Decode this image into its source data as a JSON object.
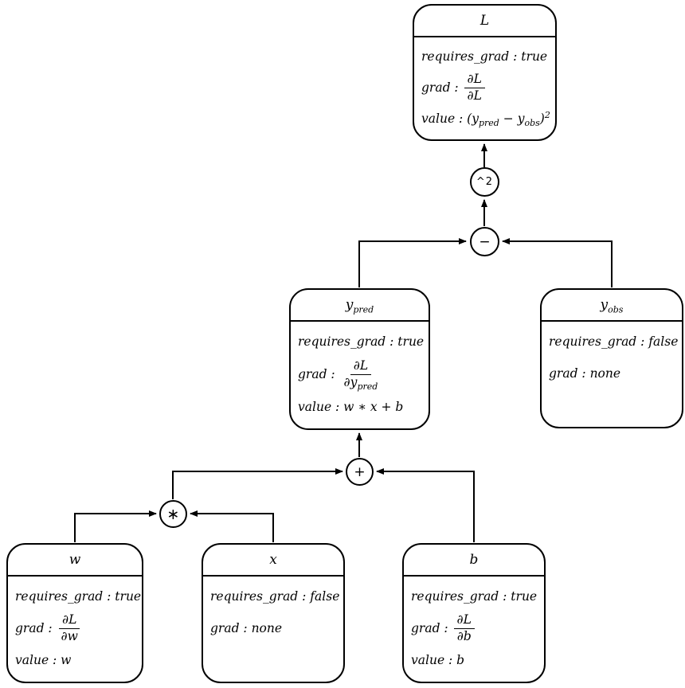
{
  "colors": {
    "background": "#ffffff",
    "stroke": "#000000"
  },
  "operators": {
    "power": "^2",
    "subtract": "−",
    "add": "+",
    "multiply": "∗"
  },
  "nodes": {
    "L": {
      "title": "L",
      "requires_grad": "requires_grad : true",
      "grad_label": "grad :",
      "grad_num": "∂L",
      "grad_den": "∂L",
      "value_pre": "value : (y",
      "value_sub1": "pred",
      "value_mid": " − y",
      "value_sub2": "obs",
      "value_close": ")",
      "value_sup": "2"
    },
    "y_pred": {
      "title_main": "y",
      "title_sub": "pred",
      "requires_grad": "requires_grad : true",
      "grad_label": "grad :",
      "grad_num": "∂L",
      "grad_den_main": "∂y",
      "grad_den_sub": "pred",
      "value": "value : w ∗ x + b"
    },
    "y_obs": {
      "title_main": "y",
      "title_sub": "obs",
      "requires_grad": "requires_grad : false",
      "grad": "grad : none"
    },
    "w": {
      "title": "w",
      "requires_grad": "requires_grad : true",
      "grad_label": "grad :",
      "grad_num": "∂L",
      "grad_den": "∂w",
      "value": "value : w"
    },
    "x": {
      "title": "x",
      "requires_grad": "requires_grad : false",
      "grad": "grad : none"
    },
    "b": {
      "title": "b",
      "requires_grad": "requires_grad : true",
      "grad_label": "grad :",
      "grad_num": "∂L",
      "grad_den": "∂b",
      "value": "value : b"
    }
  }
}
